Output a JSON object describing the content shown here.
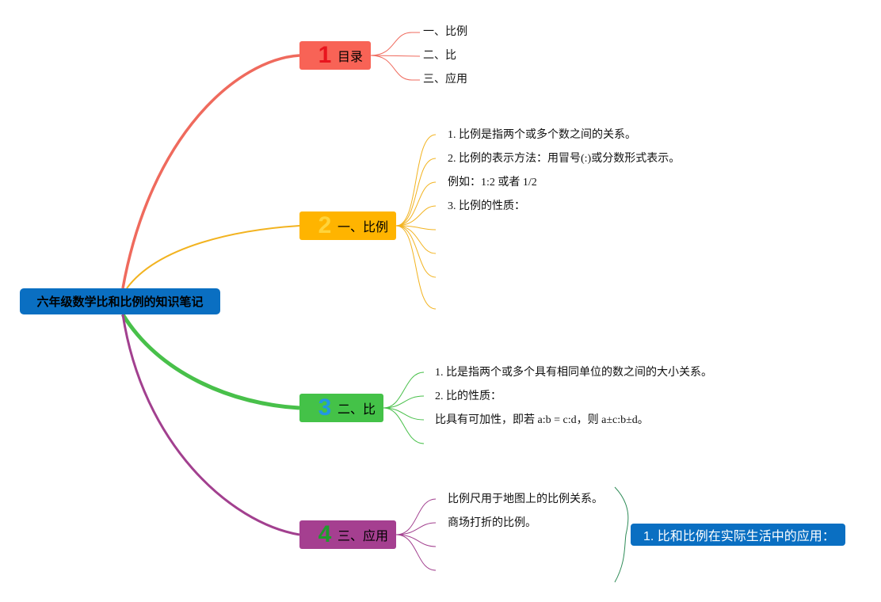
{
  "root": {
    "title": "六年级数学比和比例的知识笔记"
  },
  "branches": [
    {
      "num": "1",
      "label": "目录",
      "color": "#f86356",
      "line": "#ef6a5d",
      "leaves": [
        "一、比例",
        "二、比",
        "三、应用"
      ]
    },
    {
      "num": "2",
      "label": "一、比例",
      "color": "#ffb400",
      "line": "#f2b320",
      "leaves": [
        "1. 比例是指两个或多个数之间的关系。",
        "2. 比例的表示方法：用冒号(:)或分数形式表示。",
        "例如：1:2 或者 1/2",
        "3. 比例的性质："
      ]
    },
    {
      "num": "3",
      "label": "二、比",
      "color": "#44c248",
      "line": "#48c04a",
      "leaves": [
        "1. 比是指两个或多个具有相同单位的数之间的大小关系。",
        "2. 比的性质：",
        "比具有可加性，即若 a:b = c:d，则 a±c:b±d。"
      ]
    },
    {
      "num": "4",
      "label": "三、应用",
      "color": "#a53f90",
      "line": "#a2408f",
      "leaves": [
        "比例尺用于地图上的比例关系。",
        "商场打折的比例。"
      ]
    }
  ],
  "summary": {
    "label": "1. 比和比例在实际生活中的应用：",
    "color": "#0a6fc2"
  }
}
